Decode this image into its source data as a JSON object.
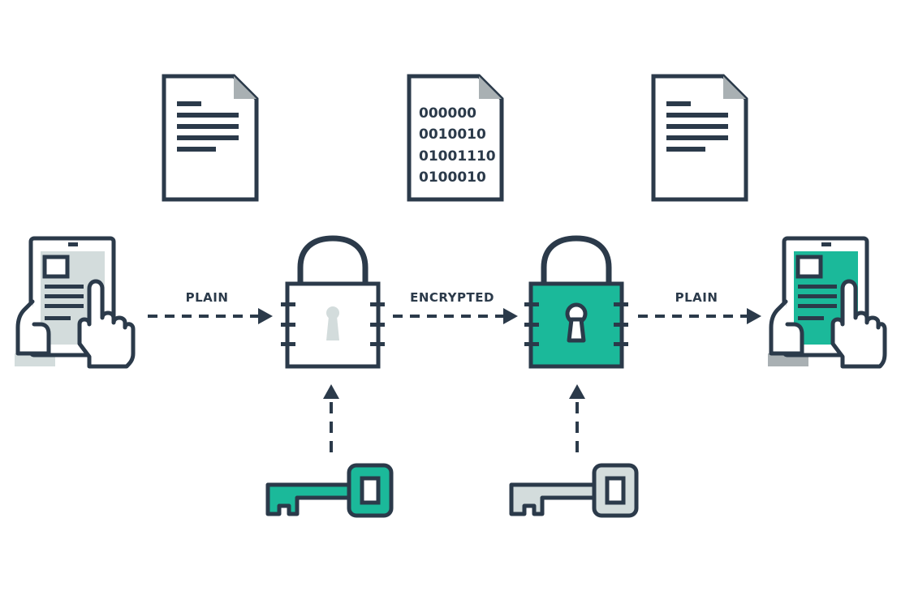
{
  "colors": {
    "ink": "#2b3a4a",
    "teal": "#1bb99a",
    "light": "#d3dcdc",
    "mid": "#a9b0b3",
    "white": "#ffffff"
  },
  "labels": {
    "plain_left": "PLAIN",
    "encrypted": "ENCRYPTED",
    "plain_right": "PLAIN"
  },
  "cipher_document": {
    "lines": [
      "000000",
      "0010010",
      "01001110",
      "0100010"
    ]
  },
  "icons": {
    "sender_device": "tablet-hand-icon",
    "receiver_device": "tablet-hand-icon",
    "plain_document": "document-icon",
    "cipher_document": "binary-document-icon",
    "open_lock": "padlock-icon",
    "closed_lock": "padlock-icon",
    "encrypt_key": "key-icon",
    "decrypt_key": "key-icon"
  }
}
